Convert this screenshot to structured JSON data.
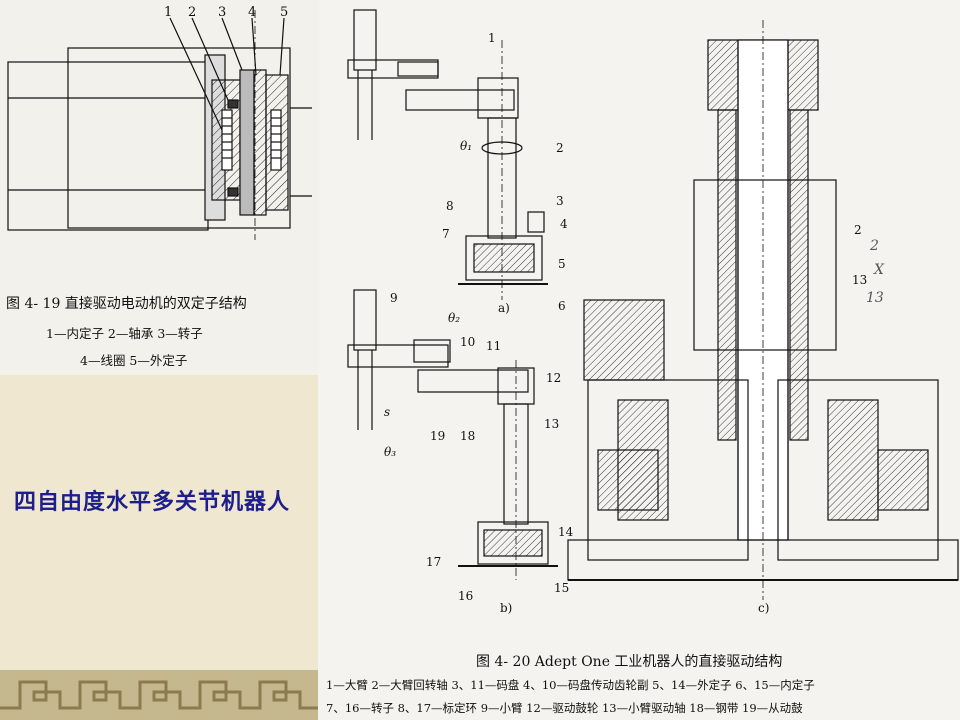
{
  "fig19": {
    "caption": "图 4- 19   直接驱动电动机的双定子结构",
    "legend_line1": "1—内定子    2—轴承    3—转子",
    "legend_line2": "4—线圈    5—外定子",
    "part_numbers": [
      "1",
      "2",
      "3",
      "4",
      "5"
    ]
  },
  "slide_title": "四自由度水平多关节机器人",
  "fig20": {
    "caption": "图 4- 20   Adept One 工业机器人的直接驱动结构",
    "legend_line1": "1—大臂    2—大臂回转轴    3、11—码盘    4、10—码盘传动齿轮副    5、14—外定子    6、15—内定子",
    "legend_line2": "7、16—转子    8、17—标定环    9—小臂    12—驱动鼓轮    13—小臂驱动轴    18—钢带    19—从动鼓",
    "sub_a": "a)",
    "sub_b": "b)",
    "sub_c": "c)",
    "theta1": "θ₁",
    "theta2": "θ₂",
    "theta3": "θ₃",
    "s_label": "s",
    "labels_a": [
      "1",
      "2",
      "3",
      "4",
      "5",
      "6",
      "7",
      "8"
    ],
    "labels_b": [
      "9",
      "10",
      "11",
      "12",
      "13",
      "14",
      "15",
      "16",
      "17",
      "18",
      "19"
    ],
    "labels_c": [
      "2",
      "13"
    ],
    "handwritten": [
      "2",
      "X",
      "13"
    ]
  }
}
